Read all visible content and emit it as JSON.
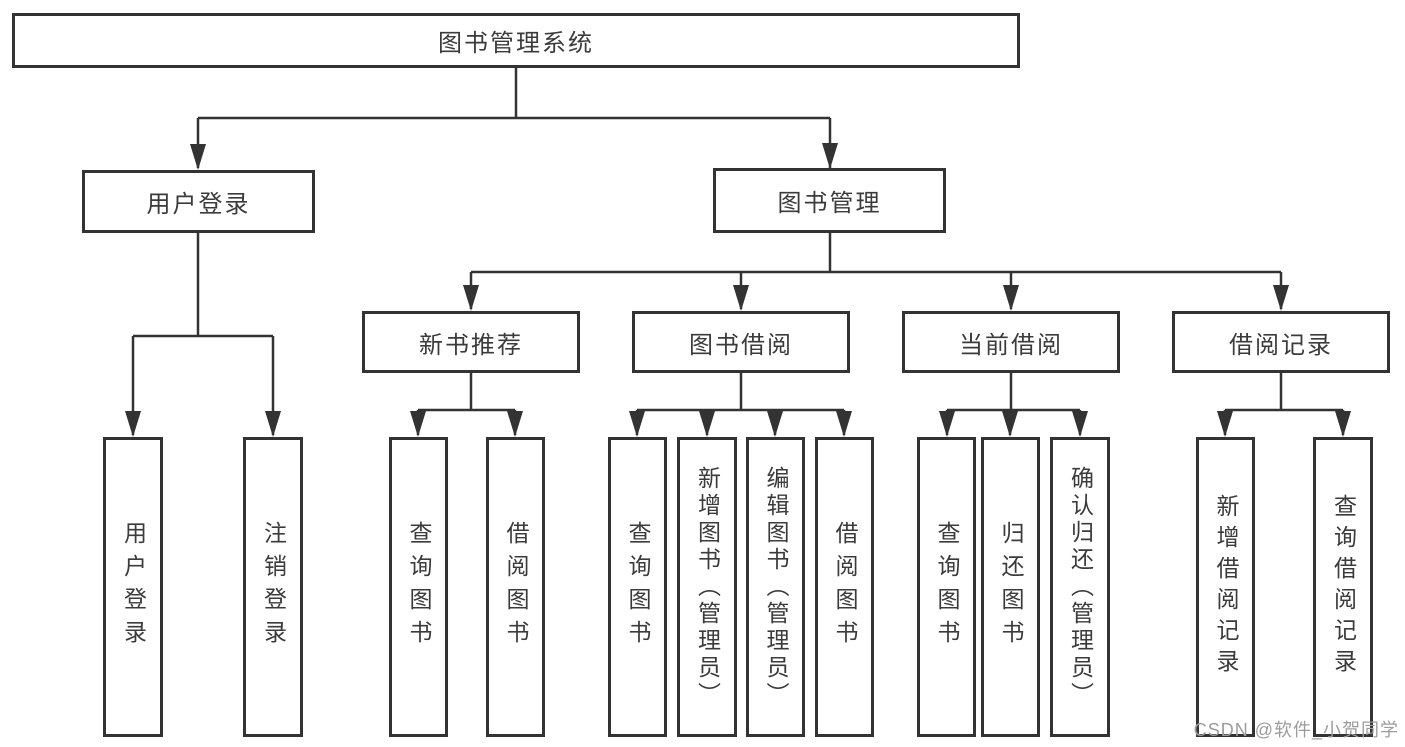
{
  "colors": {
    "background": "#ffffff",
    "line": "#333333",
    "box_border": "#333333",
    "text": "#3b3b3b",
    "watermark": "#9c9c9c"
  },
  "diagram": {
    "root": {
      "label": "图书管理系统"
    },
    "level2": [
      {
        "label": "用户登录"
      },
      {
        "label": "图书管理"
      }
    ],
    "level3": [
      {
        "label": "新书推荐",
        "parent": "图书管理"
      },
      {
        "label": "图书借阅",
        "parent": "图书管理"
      },
      {
        "label": "当前借阅",
        "parent": "图书管理"
      },
      {
        "label": "借阅记录",
        "parent": "图书管理"
      }
    ],
    "leaves": [
      {
        "label": "用户登录",
        "parent": "用户登录"
      },
      {
        "label": "注销登录",
        "parent": "用户登录"
      },
      {
        "label": "查询图书",
        "parent": "新书推荐"
      },
      {
        "label": "借阅图书",
        "parent": "新书推荐"
      },
      {
        "label": "查询图书",
        "parent": "图书借阅"
      },
      {
        "label": "新增图书（管理员）",
        "parent": "图书借阅"
      },
      {
        "label": "编辑图书（管理员）",
        "parent": "图书借阅"
      },
      {
        "label": "借阅图书",
        "parent": "图书借阅"
      },
      {
        "label": "查询图书",
        "parent": "当前借阅"
      },
      {
        "label": "归还图书",
        "parent": "当前借阅"
      },
      {
        "label": "确认归还（管理员）",
        "parent": "当前借阅"
      },
      {
        "label": "新增借阅记录",
        "parent": "借阅记录"
      },
      {
        "label": "查询借阅记录",
        "parent": "借阅记录"
      }
    ]
  },
  "watermark": {
    "text": "CSDN @软件_小贺同学"
  }
}
